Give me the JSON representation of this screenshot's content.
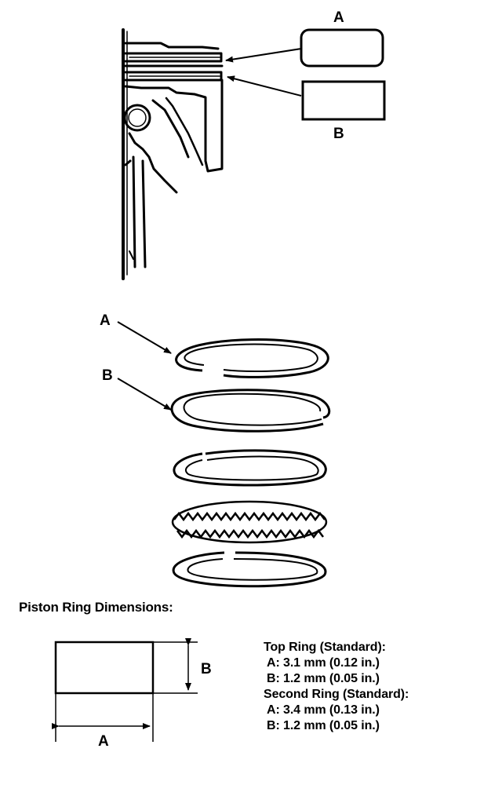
{
  "diagram": {
    "piston_callouts": {
      "a": "A",
      "b": "B"
    },
    "ring_callouts": {
      "a": "A",
      "b": "B"
    },
    "dimension_section": {
      "title": "Piston Ring Dimensions:",
      "width_label": "A",
      "height_label": "B"
    },
    "specs": {
      "top_ring": {
        "title": "Top Ring (Standard):",
        "a": "A: 3.1 mm (0.12 in.)",
        "b": "B: 1.2 mm (0.05 in.)"
      },
      "second_ring": {
        "title": "Second Ring (Standard):",
        "a": "A: 3.4 mm (0.13 in.)",
        "b": "B: 1.2 mm (0.05 in.)"
      }
    }
  }
}
